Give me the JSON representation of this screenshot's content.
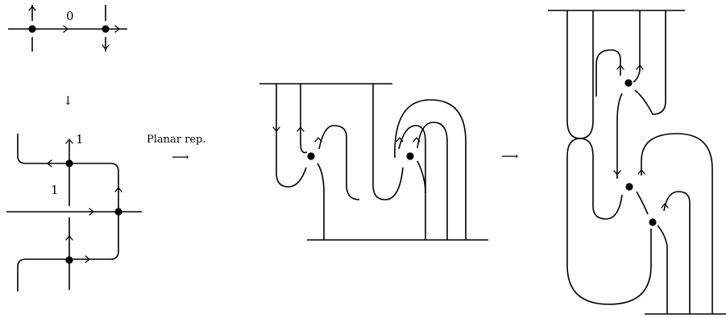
{
  "labels": {
    "top_weight": "0",
    "left_weight_top": "1",
    "left_weight_mid": "1",
    "planar_rep": "Planar rep.",
    "down_arrow": "↓",
    "right_arrow_1": "⟶",
    "right_arrow_2": "⟶"
  },
  "colors": {
    "ink": "#000000",
    "background": "#ffffff"
  }
}
